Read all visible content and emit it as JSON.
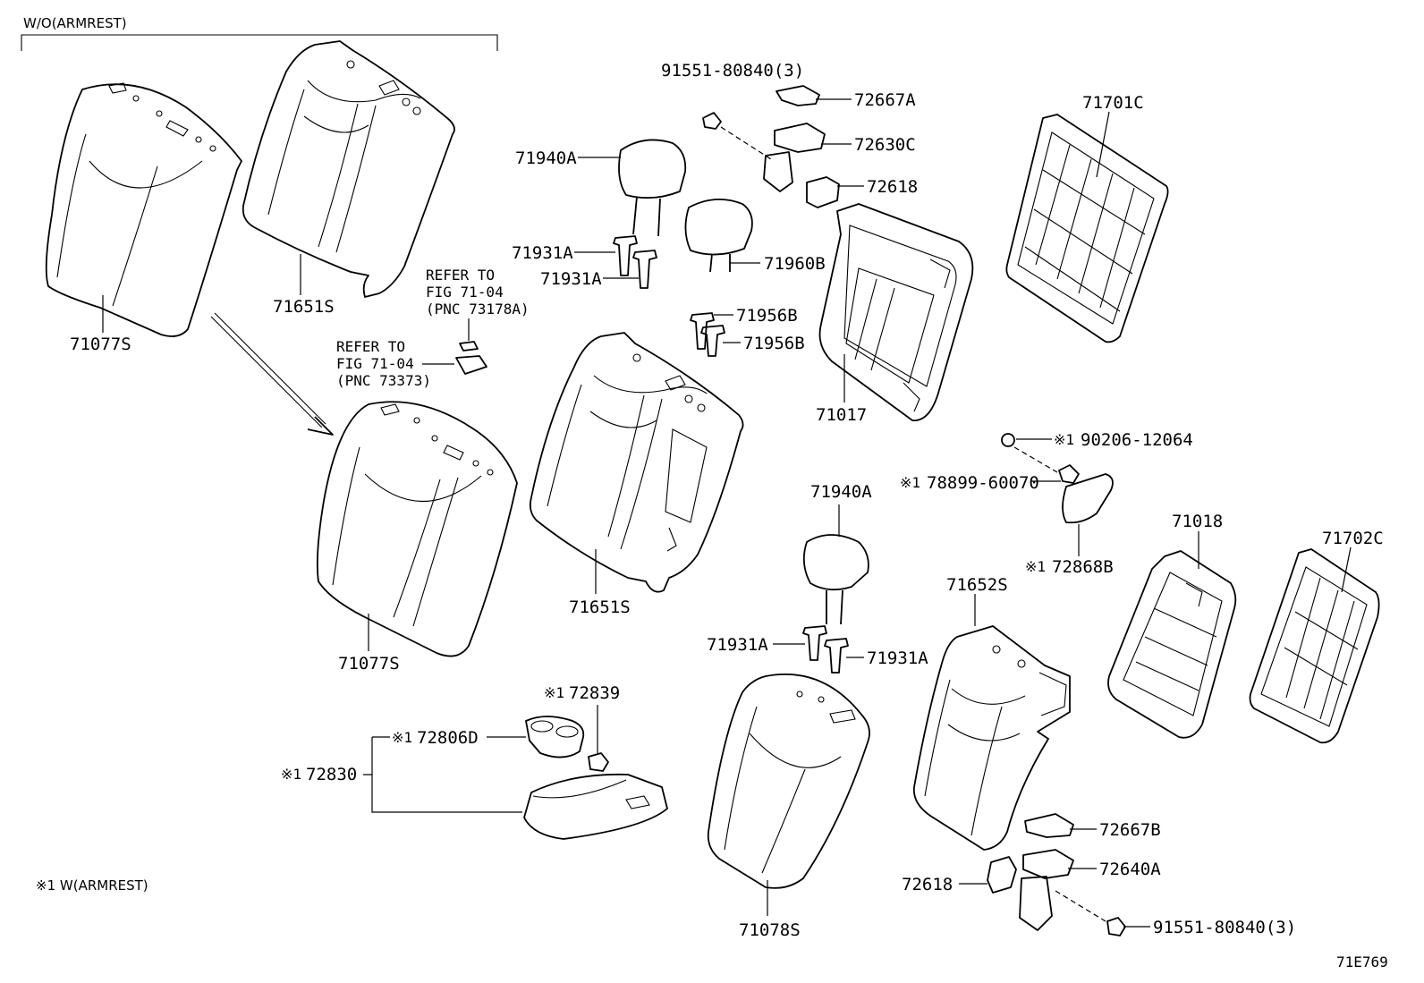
{
  "header": {
    "variant": "W/O(ARMREST)"
  },
  "footnote": "※1 W(ARMREST)",
  "figure_id": "71E769",
  "refs": [
    {
      "line1": "REFER TO",
      "line2": "FIG 71-04",
      "line3": "(PNC 73178A)"
    },
    {
      "line1": "REFER TO",
      "line2": "FIG 71-04",
      "line3": "(PNC 73373)"
    }
  ],
  "labels": {
    "p71077S_a": "71077S",
    "p71651S_a": "71651S",
    "p71077S_b": "71077S",
    "p71651S_b": "71651S",
    "p91551_a": "91551-80840(3)",
    "p72667A": "72667A",
    "p72630C": "72630C",
    "p72618_a": "72618",
    "p71940A_a": "71940A",
    "p71931A_a": "71931A",
    "p71931A_b": "71931A",
    "p71960B": "71960B",
    "p71956B_a": "71956B",
    "p71956B_b": "71956B",
    "p71017": "71017",
    "p71701C": "71701C",
    "p90206": "90206-12064",
    "p78899": "78899-60070",
    "p72868B": "72868B",
    "p71940A_b": "71940A",
    "p71931A_c": "71931A",
    "p71931A_d": "71931A",
    "p71652S": "71652S",
    "p71018": "71018",
    "p71702C": "71702C",
    "p72839": "72839",
    "p72806D": "72806D",
    "p72830": "72830",
    "p71078S": "71078S",
    "p72667B": "72667B",
    "p72618_b": "72618",
    "p72640A": "72640A",
    "p91551_b": "91551-80840(3)"
  },
  "marker": "※1"
}
